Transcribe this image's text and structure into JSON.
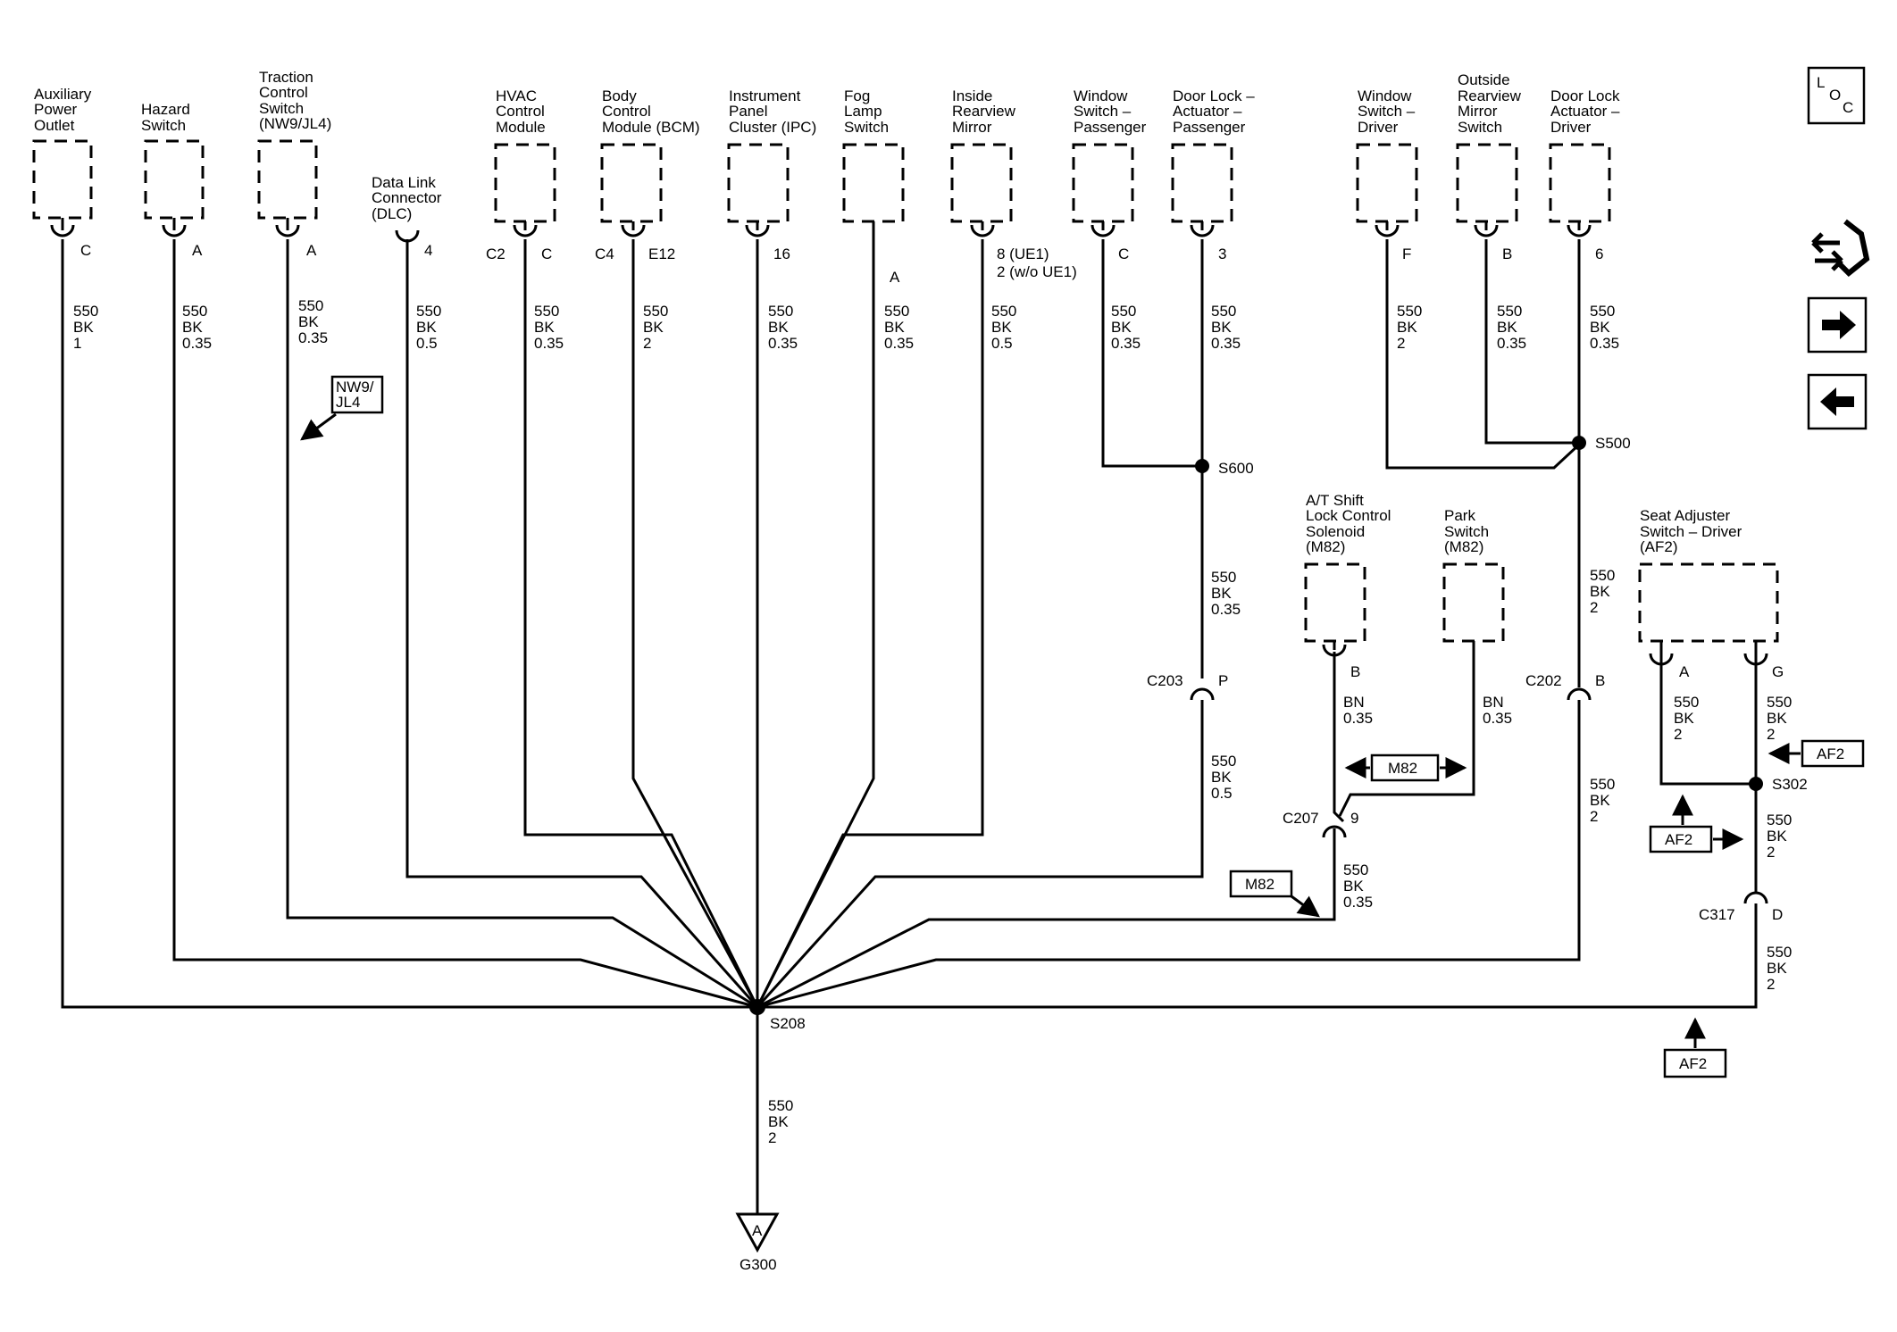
{
  "components": [
    {
      "id": "aux",
      "name": [
        "Auxiliary",
        "Power",
        "Outlet"
      ]
    },
    {
      "id": "hazard",
      "name": [
        "Hazard",
        "Switch"
      ]
    },
    {
      "id": "traction",
      "name": [
        "Traction",
        "Control",
        "Switch",
        "(NW9/JL4)"
      ]
    },
    {
      "id": "dlc",
      "name": [
        "Data Link",
        "Connector",
        "(DLC)"
      ]
    },
    {
      "id": "hvac",
      "name": [
        "HVAC",
        "Control",
        "Module"
      ]
    },
    {
      "id": "bcm",
      "name": [
        "Body",
        "Control",
        "Module (BCM)"
      ]
    },
    {
      "id": "ipc",
      "name": [
        "Instrument",
        "Panel",
        "Cluster (IPC)"
      ]
    },
    {
      "id": "fog",
      "name": [
        "Fog",
        "Lamp",
        "Switch"
      ]
    },
    {
      "id": "mirror",
      "name": [
        "Inside",
        "Rearview",
        "Mirror"
      ]
    },
    {
      "id": "winpass",
      "name": [
        "Window",
        "Switch –",
        "Passenger"
      ]
    },
    {
      "id": "dlpass",
      "name": [
        "Door Lock –",
        "Actuator –",
        "Passenger"
      ]
    },
    {
      "id": "windrv",
      "name": [
        "Window",
        "Switch –",
        "Driver"
      ]
    },
    {
      "id": "outmirror",
      "name": [
        "Outside",
        "Rearview",
        "Mirror",
        "Switch"
      ]
    },
    {
      "id": "dldrv",
      "name": [
        "Door Lock",
        "Actuator –",
        "Driver"
      ]
    },
    {
      "id": "atshift",
      "name": [
        "A/T Shift",
        "Lock Control",
        "Solenoid",
        "(M82)"
      ]
    },
    {
      "id": "park",
      "name": [
        "Park",
        "Switch",
        "(M82)"
      ]
    },
    {
      "id": "seat",
      "name": [
        "Seat Adjuster",
        "Switch – Driver",
        "(AF2)"
      ]
    }
  ],
  "pins": {
    "aux": "C",
    "hazard": "A",
    "traction": "A",
    "dlc": "4",
    "hvac_conn": "C2",
    "hvac": "C",
    "bcm_conn": "C4",
    "bcm": "E12",
    "ipc": "16",
    "fog": "A",
    "mirror": [
      "8 (UE1)",
      "2 (w/o UE1)"
    ],
    "winpass": "C",
    "dlpass": "3",
    "windrv": "F",
    "outmirror": "B",
    "dldrv": "6",
    "atshift": "B",
    "seat_a": "A",
    "seat_g": "G",
    "c203": "P",
    "c202": "B",
    "c207": "9",
    "c317": "D"
  },
  "wires": {
    "aux": [
      "550",
      "BK",
      "1"
    ],
    "hazard": [
      "550",
      "BK",
      "0.35"
    ],
    "traction": [
      "550",
      "BK",
      "0.35"
    ],
    "dlc": [
      "550",
      "BK",
      "0.5"
    ],
    "hvac": [
      "550",
      "BK",
      "0.35"
    ],
    "bcm": [
      "550",
      "BK",
      "2"
    ],
    "ipc": [
      "550",
      "BK",
      "0.35"
    ],
    "fog": [
      "550",
      "BK",
      "0.35"
    ],
    "mirror": [
      "550",
      "BK",
      "0.5"
    ],
    "winpass": [
      "550",
      "BK",
      "0.35"
    ],
    "dlpass": [
      "550",
      "BK",
      "0.35"
    ],
    "s600_c203": [
      "550",
      "BK",
      "0.35"
    ],
    "c203_s208": [
      "550",
      "BK",
      "0.5"
    ],
    "windrv": [
      "550",
      "BK",
      "2"
    ],
    "outmirror": [
      "550",
      "BK",
      "0.35"
    ],
    "dldrv": [
      "550",
      "BK",
      "0.35"
    ],
    "s500_c202": [
      "550",
      "BK",
      "2"
    ],
    "c202_s208": [
      "550",
      "BK",
      "2"
    ],
    "atshift": [
      "BN",
      "0.35"
    ],
    "park": [
      "BN",
      "0.35"
    ],
    "c207_s208": [
      "550",
      "BK",
      "0.35"
    ],
    "seat_a": [
      "550",
      "BK",
      "2"
    ],
    "seat_g": [
      "550",
      "BK",
      "2"
    ],
    "s302_c317": [
      "550",
      "BK",
      "2"
    ],
    "c317_s208": [
      "550",
      "BK",
      "2"
    ],
    "ground": [
      "550",
      "BK",
      "2"
    ]
  },
  "connectors": {
    "c203": "C203",
    "c202": "C202",
    "c207": "C207",
    "c317": "C317"
  },
  "splices": {
    "s208": "S208",
    "s600": "S600",
    "s500": "S500",
    "s302": "S302"
  },
  "ground": {
    "label": "G300",
    "letter": "A"
  },
  "options": {
    "nw9": [
      "NW9/",
      "JL4"
    ],
    "m82_a": "M82",
    "m82_b": "M82",
    "af2_a": "AF2",
    "af2_b": "AF2",
    "af2_c": "AF2"
  },
  "nav": {
    "loc": [
      "L",
      "O",
      "C"
    ],
    "icons": [
      "schematic-icon",
      "next-arrow-icon",
      "prev-arrow-icon"
    ]
  }
}
